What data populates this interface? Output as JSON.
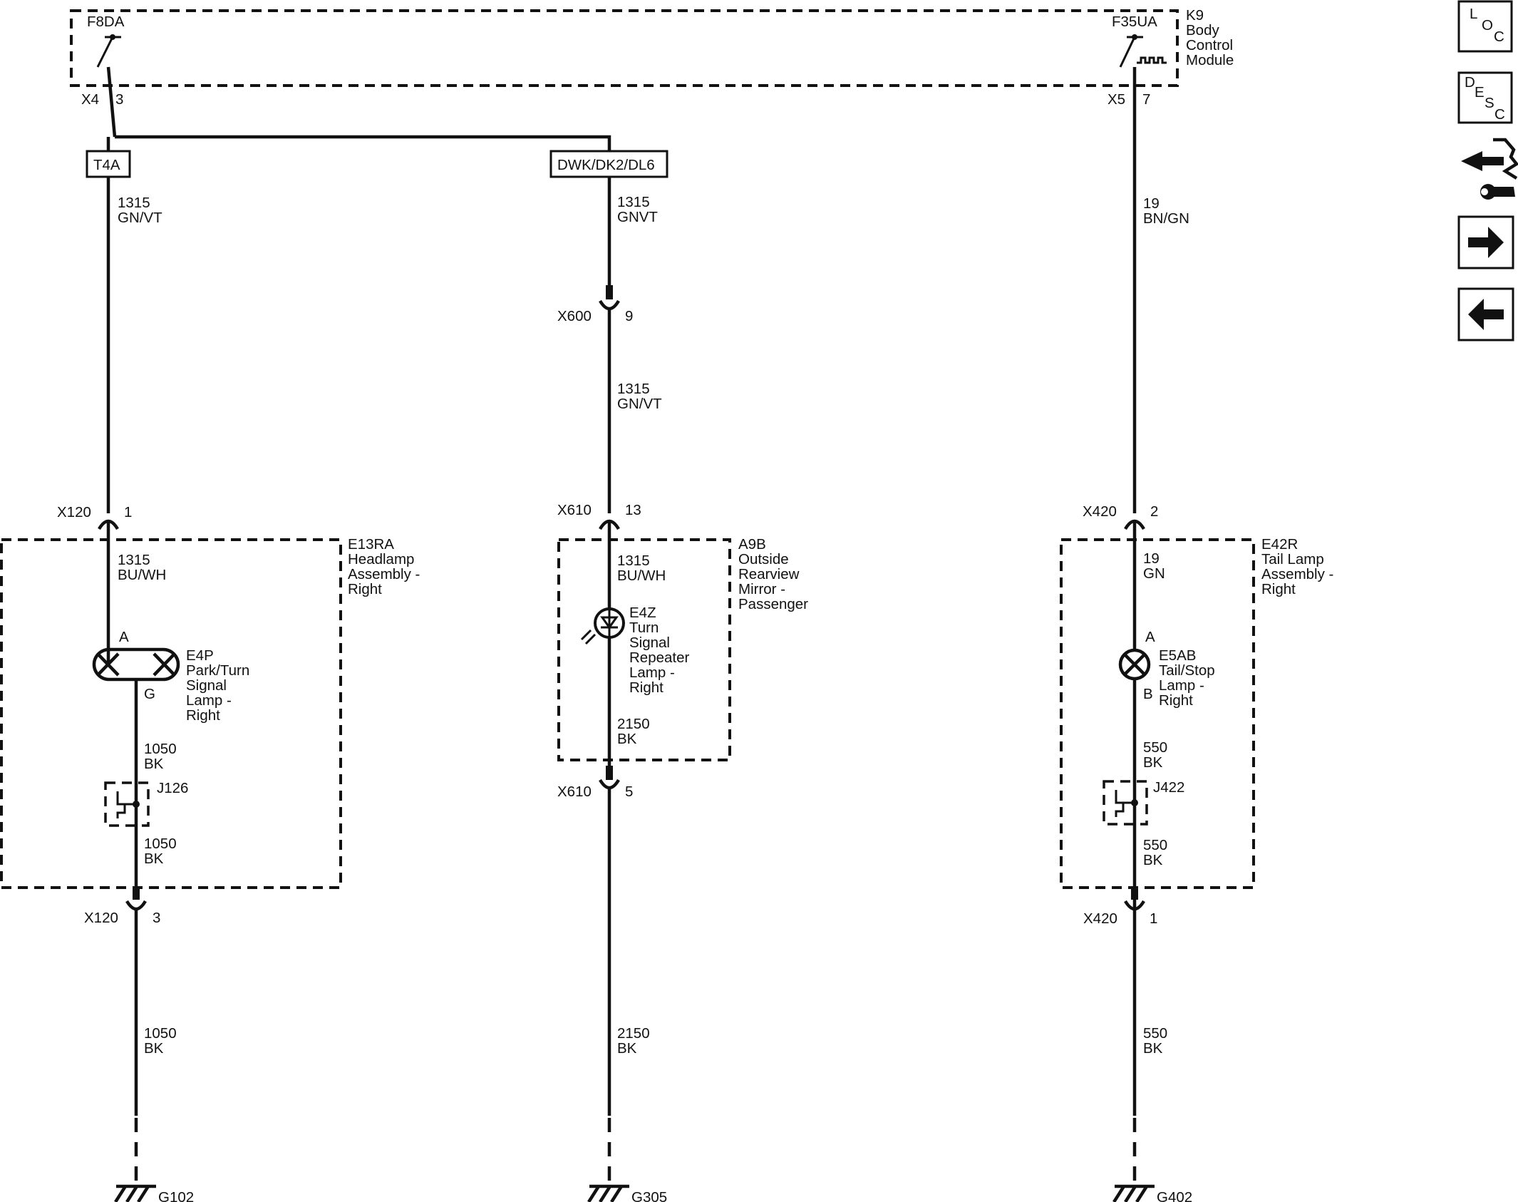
{
  "module": {
    "id": "K9",
    "name_lines": [
      "Body",
      "Control",
      "Module"
    ],
    "fuse_left": "F8DA",
    "fuse_right": "F35UA",
    "conn_left": "X4",
    "pin_left": "3",
    "conn_right": "X5",
    "pin_right": "7"
  },
  "options": {
    "left": "T4A",
    "middle": "DWK/DK2/DL6"
  },
  "circuits": {
    "left": {
      "wire1": [
        "1315",
        "GN/VT"
      ],
      "conn_top": "X120",
      "pin_top": "1",
      "wire2": [
        "1315",
        "BU/WH"
      ],
      "lamp_pin_a": "A",
      "lamp_pin_b": "G",
      "lamp_label": [
        "E4P",
        "Park/Turn",
        "Signal",
        "Lamp -",
        "Right"
      ],
      "wire3": [
        "1050",
        "BK"
      ],
      "splice": "J126",
      "wire4": [
        "1050",
        "BK"
      ],
      "conn_bot": "X120",
      "pin_bot": "3",
      "wire5": [
        "1050",
        "BK"
      ],
      "ground": "G102",
      "assembly": [
        "E13RA",
        "Headlamp",
        "Assembly -",
        "Right"
      ]
    },
    "middle": {
      "wire1": [
        "1315",
        "GNVT"
      ],
      "conn1": "X600",
      "pin1": "9",
      "wire2": [
        "1315",
        "GN/VT"
      ],
      "conn2": "X610",
      "pin2": "13",
      "wire3": [
        "1315",
        "BU/WH"
      ],
      "lamp_label": [
        "E4Z",
        "Turn",
        "Signal",
        "Repeater",
        "Lamp -",
        "Right"
      ],
      "wire4": [
        "2150",
        "BK"
      ],
      "conn3": "X610",
      "pin3": "5",
      "wire5": [
        "2150",
        "BK"
      ],
      "ground": "G305",
      "assembly": [
        "A9B",
        "Outside",
        "Rearview",
        "Mirror -",
        "Passenger"
      ]
    },
    "right": {
      "wire1": [
        "19",
        "BN/GN"
      ],
      "conn_top": "X420",
      "pin_top": "2",
      "wire2": [
        "19",
        "GN"
      ],
      "lamp_pin_a": "A",
      "lamp_pin_b": "B",
      "lamp_label": [
        "E5AB",
        "Tail/Stop",
        "Lamp -",
        "Right"
      ],
      "wire3": [
        "550",
        "BK"
      ],
      "splice": "J422",
      "wire4": [
        "550",
        "BK"
      ],
      "conn_bot": "X420",
      "pin_bot": "1",
      "wire5": [
        "550",
        "BK"
      ],
      "ground": "G402",
      "assembly": [
        "E42R",
        "Tail Lamp",
        "Assembly -",
        "Right"
      ]
    }
  },
  "side_buttons": {
    "loc": [
      "L",
      "O",
      "C"
    ],
    "desc": [
      "D",
      "E",
      "S",
      "C"
    ],
    "icons": [
      "connector-tool-icon",
      "arrow-right-icon",
      "arrow-left-icon"
    ]
  }
}
